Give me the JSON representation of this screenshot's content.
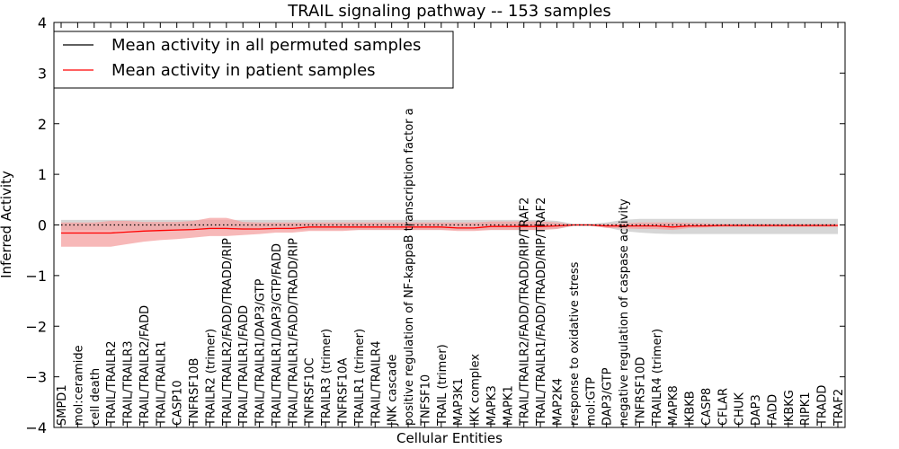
{
  "chart_data": {
    "type": "line",
    "title": "TRAIL signaling pathway -- 153 samples",
    "xlabel": "Cellular Entities",
    "ylabel": "Inferred Activity",
    "ylim": [
      -4,
      4
    ],
    "yticks": [
      "4",
      "3",
      "2",
      "1",
      "0",
      "−1",
      "−2",
      "−3",
      "−4"
    ],
    "ytick_values": [
      4,
      3,
      2,
      1,
      0,
      -1,
      -2,
      -3,
      -4
    ],
    "grid": false,
    "legend_position": "top-left",
    "categories": [
      "SMPD1",
      "mol:ceramide",
      "cell death",
      "TRAIL/TRAILR2",
      "TRAIL/TRAILR3",
      "TRAIL/TRAILR2/FADD",
      "TRAIL/TRAILR1",
      "CASP10",
      "TNFRSF10B",
      "TRAILR2 (trimer)",
      "TRAIL/TRAILR2/FADD/TRADD/RIP",
      "TRAIL/TRAILR1/FADD",
      "TRAIL/TRAILR1/DAP3/GTP",
      "TRAIL/TRAILR1/DAP3/GTP/FADD",
      "TRAIL/TRAILR1/FADD/TRADD/RIP",
      "TNFRSF10C",
      "TRAILR3 (trimer)",
      "TNFRSF10A",
      "TRAILR1 (trimer)",
      "TRAIL/TRAILR4",
      "JNK cascade",
      "positive regulation of NF-kappaB transcription factor a",
      "TNFSF10",
      "TRAIL (trimer)",
      "MAP3K1",
      "IKK complex",
      "MAPK3",
      "MAPK1",
      "TRAIL/TRAILR2/FADD/TRADD/RIP/TRAF2",
      "TRAIL/TRAILR1/FADD/TRADD/RIP/TRAF2",
      "MAP2K4",
      "response to oxidative stress",
      "mol:GTP",
      "DAP3/GTP",
      "negative regulation of caspase activity",
      "TNFRSF10D",
      "TRAILR4 (trimer)",
      "MAPK8",
      "IKBKB",
      "CASP8",
      "CFLAR",
      "CHUK",
      "DAP3",
      "FADD",
      "IKBKG",
      "RIPK1",
      "TRADD",
      "TRAF2"
    ],
    "series": [
      {
        "name": "Mean activity in all permuted samples",
        "color": "#000000",
        "style": "dotted",
        "values": [
          0,
          0,
          0,
          0,
          0,
          0,
          0,
          0,
          0,
          0,
          0,
          0,
          0,
          0,
          0,
          0,
          0,
          0,
          0,
          0,
          0,
          0,
          0,
          0,
          0,
          0,
          0,
          0,
          0,
          0,
          0,
          0,
          0,
          0,
          0,
          0,
          0,
          0,
          0,
          0,
          0,
          0,
          0,
          0,
          0,
          0,
          0,
          0
        ],
        "band": {
          "color": "#cccccc",
          "upper": [
            0.1,
            0.1,
            0.1,
            0.1,
            0.1,
            0.1,
            0.1,
            0.1,
            0.1,
            0.1,
            0.1,
            0.1,
            0.1,
            0.1,
            0.1,
            0.1,
            0.1,
            0.1,
            0.1,
            0.1,
            0.1,
            0.1,
            0.1,
            0.1,
            0.1,
            0.1,
            0.1,
            0.1,
            0.1,
            0.1,
            0.08,
            0.02,
            0.02,
            0.05,
            0.1,
            0.12,
            0.12,
            0.12,
            0.12,
            0.12,
            0.12,
            0.12,
            0.12,
            0.12,
            0.12,
            0.12,
            0.12,
            0.12
          ],
          "lower": [
            -0.1,
            -0.1,
            -0.1,
            -0.1,
            -0.1,
            -0.1,
            -0.1,
            -0.1,
            -0.1,
            -0.1,
            -0.1,
            -0.1,
            -0.1,
            -0.1,
            -0.1,
            -0.1,
            -0.1,
            -0.1,
            -0.1,
            -0.1,
            -0.1,
            -0.1,
            -0.1,
            -0.1,
            -0.1,
            -0.1,
            -0.1,
            -0.1,
            -0.1,
            -0.1,
            -0.08,
            -0.02,
            -0.02,
            -0.05,
            -0.12,
            -0.15,
            -0.17,
            -0.18,
            -0.18,
            -0.18,
            -0.18,
            -0.18,
            -0.18,
            -0.18,
            -0.18,
            -0.18,
            -0.18,
            -0.18
          ]
        }
      },
      {
        "name": "Mean activity in patient samples",
        "color": "#ff0000",
        "style": "solid",
        "values": [
          -0.16,
          -0.16,
          -0.16,
          -0.16,
          -0.14,
          -0.12,
          -0.11,
          -0.1,
          -0.09,
          -0.07,
          -0.07,
          -0.08,
          -0.08,
          -0.07,
          -0.07,
          -0.04,
          -0.04,
          -0.04,
          -0.04,
          -0.04,
          -0.04,
          -0.04,
          -0.04,
          -0.04,
          -0.06,
          -0.06,
          -0.03,
          -0.03,
          -0.03,
          -0.03,
          -0.02,
          0,
          0,
          -0.02,
          -0.02,
          -0.02,
          -0.02,
          -0.04,
          -0.02,
          -0.02,
          -0.01,
          -0.01,
          -0.01,
          -0.01,
          -0.01,
          -0.01,
          -0.01,
          -0.01
        ],
        "band": {
          "color": "#f4a0a0",
          "upper": [
            0.05,
            0.05,
            0.05,
            0.08,
            0.08,
            0.06,
            0.06,
            0.06,
            0.08,
            0.14,
            0.14,
            0.06,
            0.05,
            0.05,
            0.05,
            0.05,
            0.05,
            0.05,
            0.05,
            0.05,
            0.05,
            0.05,
            0.05,
            0.05,
            0.05,
            0.05,
            0.07,
            0.07,
            0.07,
            0.07,
            0.05,
            0.01,
            0.01,
            0.02,
            0.03,
            0.05,
            0.05,
            0.05,
            0.04,
            0.03,
            0.02,
            0.02,
            0.02,
            0.02,
            0.02,
            0.02,
            0.02,
            0.02
          ],
          "lower": [
            -0.43,
            -0.43,
            -0.43,
            -0.43,
            -0.38,
            -0.33,
            -0.3,
            -0.28,
            -0.25,
            -0.22,
            -0.22,
            -0.2,
            -0.18,
            -0.15,
            -0.15,
            -0.12,
            -0.12,
            -0.12,
            -0.1,
            -0.1,
            -0.1,
            -0.1,
            -0.1,
            -0.1,
            -0.12,
            -0.12,
            -0.1,
            -0.1,
            -0.1,
            -0.1,
            -0.08,
            -0.01,
            -0.01,
            -0.06,
            -0.07,
            -0.08,
            -0.08,
            -0.1,
            -0.06,
            -0.05,
            -0.04,
            -0.04,
            -0.04,
            -0.04,
            -0.04,
            -0.04,
            -0.04,
            -0.04
          ]
        }
      }
    ]
  }
}
